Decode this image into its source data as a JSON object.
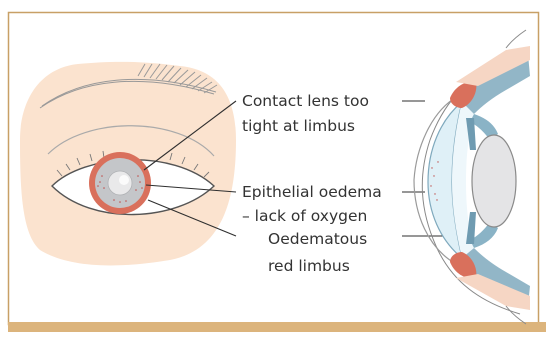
{
  "colors": {
    "panel_border": "#c8a066",
    "bottom_bar": "#dcb47c",
    "skin": "#fbe3cf",
    "limbus_red": "#d9705c",
    "iris_grey": "#c4c6c9",
    "cornea_blue": "#dff0f7",
    "sclera_blue": "#7fa9bd",
    "leader_line": "#2f2f2f"
  },
  "labels": {
    "contact_lens_line1": "Contact lens too",
    "contact_lens_line2": "tight at limbus",
    "epithelial_line1": "Epithelial oedema",
    "epithelial_line2": "– lack of oxygen",
    "limbus_line1": "Oedematous",
    "limbus_line2": "red limbus"
  }
}
